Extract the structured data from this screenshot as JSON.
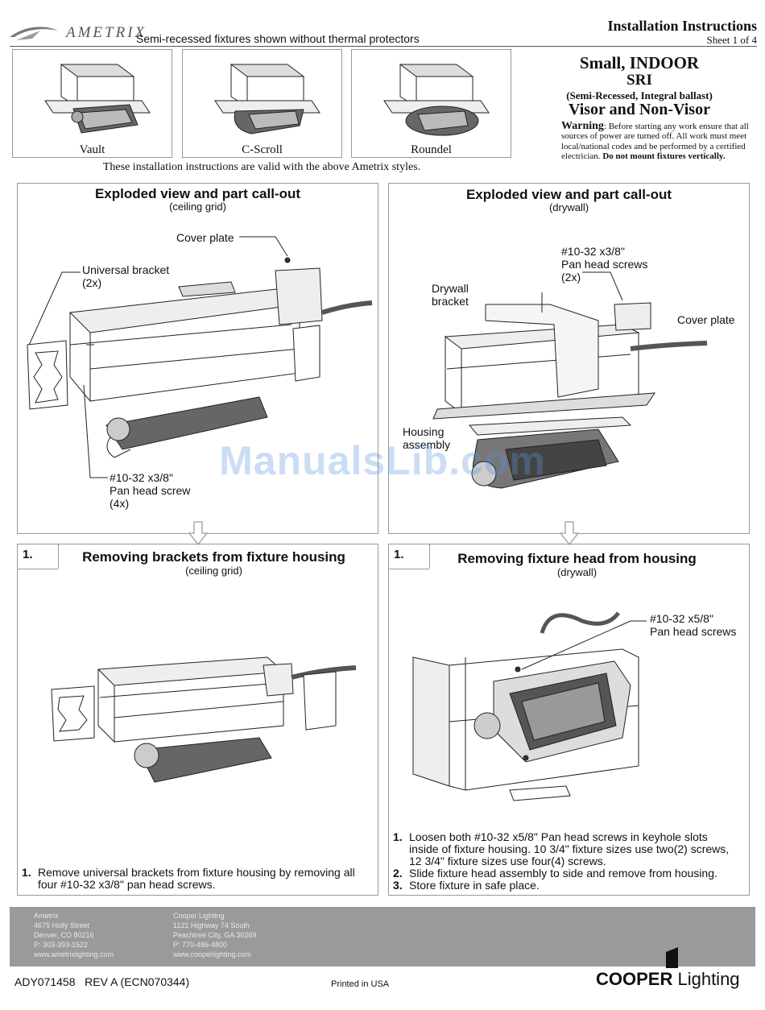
{
  "header": {
    "brand": "AMETRIX",
    "subtitle": "Semi-recessed fixtures shown without thermal protectors",
    "doc_title": "Installation Instructions",
    "sheet": "Sheet 1 of 4"
  },
  "product": {
    "line1": "Small, INDOOR",
    "line2": "SRI",
    "line3": "(Semi-Recessed, Integral ballast)",
    "line4": "Visor and Non-Visor"
  },
  "warning": {
    "label": "Warning",
    "text": ": Before starting any work ensure that all sources of power are turned off. All work must meet local/national codes and be performed by a certified electrician.",
    "emph": "Do not mount fixtures vertically."
  },
  "styles": {
    "items": [
      "Vault",
      "C-Scroll",
      "Roundel"
    ],
    "note": "These installation instructions are valid with the above Ametrix styles."
  },
  "panels": {
    "p1": {
      "title": "Exploded view and part call-out",
      "subtitle": "(ceiling grid)",
      "labels": {
        "cover": "Cover plate",
        "bracket": "Universal bracket\n(2x)",
        "screw": "#10-32 x3/8\"\nPan head screw\n(4x)"
      }
    },
    "p2": {
      "title": "Exploded view and part call-out",
      "subtitle": "(drywall)",
      "labels": {
        "screws": "#10-32 x3/8\"\nPan head screws\n(2x)",
        "drywall": "Drywall\nbracket",
        "cover": "Cover plate",
        "housing": "Housing\nassembly"
      }
    },
    "p3": {
      "step": "1.",
      "title": "Removing brackets from fixture housing",
      "subtitle": "(ceiling grid)",
      "instructions": [
        {
          "n": "1.",
          "t": "Remove universal brackets from fixture housing by removing all four #10-32 x3/8\" pan head screws."
        }
      ]
    },
    "p4": {
      "step": "1.",
      "title": "Removing fixture head from housing",
      "subtitle": "(drywall)",
      "labels": {
        "screws": "#10-32 x5/8\"\nPan head screws"
      },
      "instructions": [
        {
          "n": "1.",
          "t": "Loosen both #10-32 x5/8\" Pan head screws in keyhole slots inside of fixture housing. 10 3/4\" fixture sizes use two(2) screws, 12 3/4\" fixture sizes use four(4) screws."
        },
        {
          "n": "2.",
          "t": "Slide fixture head assembly to side and remove from housing."
        },
        {
          "n": "3.",
          "t": "Store fixture in safe place."
        }
      ]
    }
  },
  "footer": {
    "ametrix": "Ametrix\n4675 Holly Street\nDenver, CO 80216\nP: 303-393-1522\nwww.ametrixlighting.com",
    "cooper": "Cooper Lighting\n1121 Highway 74 South\nPeachtree City, GA 30269\nP: 770-486-4800\nwww.cooperlighting.com",
    "doc_number": "ADY071458   REV A (ECN070344)",
    "printed": "Printed in USA",
    "logo_bold": "COOPER",
    "logo_light": " Lighting"
  },
  "watermark": "ManualsLib.com"
}
